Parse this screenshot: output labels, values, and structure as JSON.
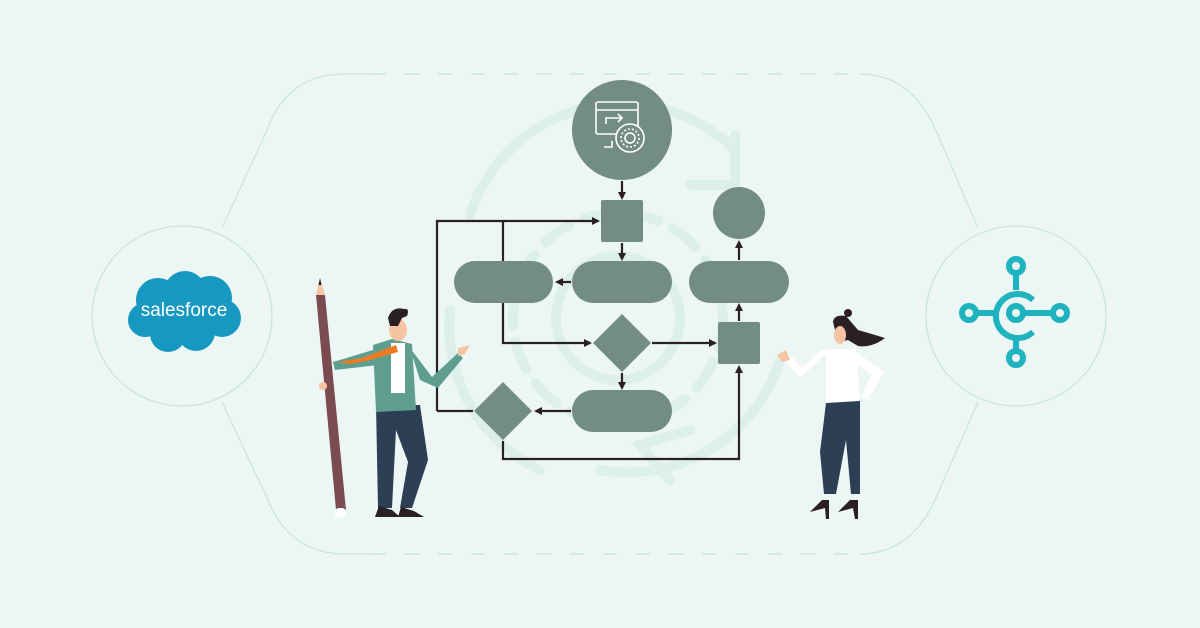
{
  "illustration": {
    "description": "Salesforce to Microsoft Dynamics 365 Business Central integration workflow",
    "left_logo": {
      "name": "salesforce",
      "text": "salesforce",
      "color": "#1798c1"
    },
    "right_logo": {
      "name": "dynamics-365-business-central",
      "color": "#1fb3c0"
    },
    "colors": {
      "background": "#ecf7f5",
      "frame_line": "#c9e4df",
      "shape_fill": "#738c86",
      "arrow": "#2a1f22",
      "gear_watermark": "#dcefeb",
      "man_jacket": "#5f9e8f",
      "pants": "#2d3f55",
      "pencil": "#7a4c50",
      "tie": "#f07a22"
    },
    "flowchart": {
      "start_icon": "computer-gear-icon",
      "nodes": [
        "start-circle",
        "process-square-top",
        "pill-left",
        "pill-middle",
        "pill-right",
        "end-circle",
        "decision-diamond-middle",
        "process-square-right",
        "decision-diamond-left",
        "pill-bottom"
      ]
    }
  }
}
